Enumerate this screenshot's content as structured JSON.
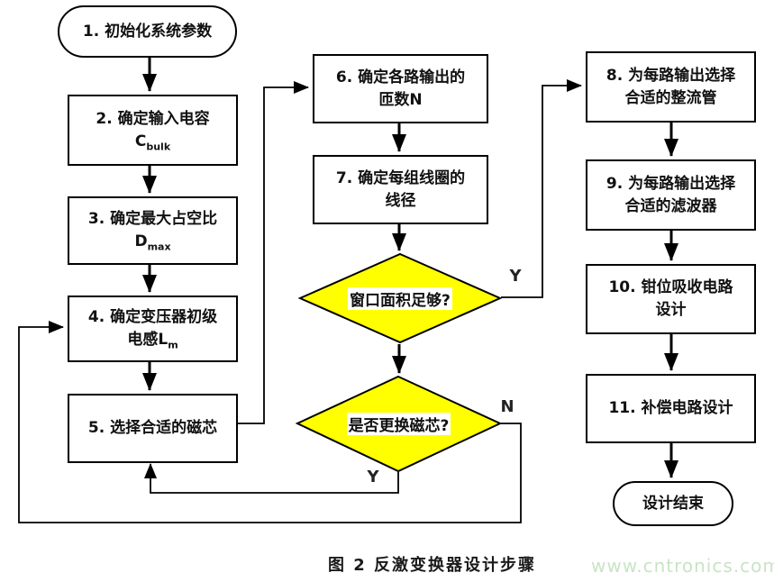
{
  "figure": {
    "caption": "图 2 反激变换器设计步骤",
    "watermark": "www.cntronics.com"
  },
  "labels": {
    "yes": "Y",
    "no": "N"
  },
  "colors": {
    "decision_fill": "#ffff00",
    "line_color": "#000000",
    "watermark_green": "#c9e4c5"
  },
  "nodes": {
    "start": {
      "text": "1. 初始化系统参数"
    },
    "n2": {
      "line1": "2. 确定输入电容",
      "sym": "C",
      "sub": "bulk"
    },
    "n3": {
      "line1": "3. 确定最大占空比",
      "sym": "D",
      "sub": "max"
    },
    "n4": {
      "line1": "4. 确定变压器初级",
      "line2": "电感",
      "sym": "L",
      "sub": "m"
    },
    "n5": {
      "text": "5. 选择合适的磁芯"
    },
    "n6": {
      "line1": "6. 确定各路输出的",
      "line2": "匝数N"
    },
    "n7": {
      "line1": "7. 确定每组线圈的",
      "line2": "线径"
    },
    "d1": {
      "text": "窗口面积足够?"
    },
    "d2": {
      "text": "是否更换磁芯?"
    },
    "n8": {
      "line1": "8. 为每路输出选择",
      "line2": "合适的整流管"
    },
    "n9": {
      "line1": "9. 为每路输出选择",
      "line2": "合适的滤波器"
    },
    "n10": {
      "line1": "10. 钳位吸收电路",
      "line2": "设计"
    },
    "n11": {
      "text": "11. 补偿电路设计"
    },
    "end": {
      "text": "设计结束"
    }
  }
}
